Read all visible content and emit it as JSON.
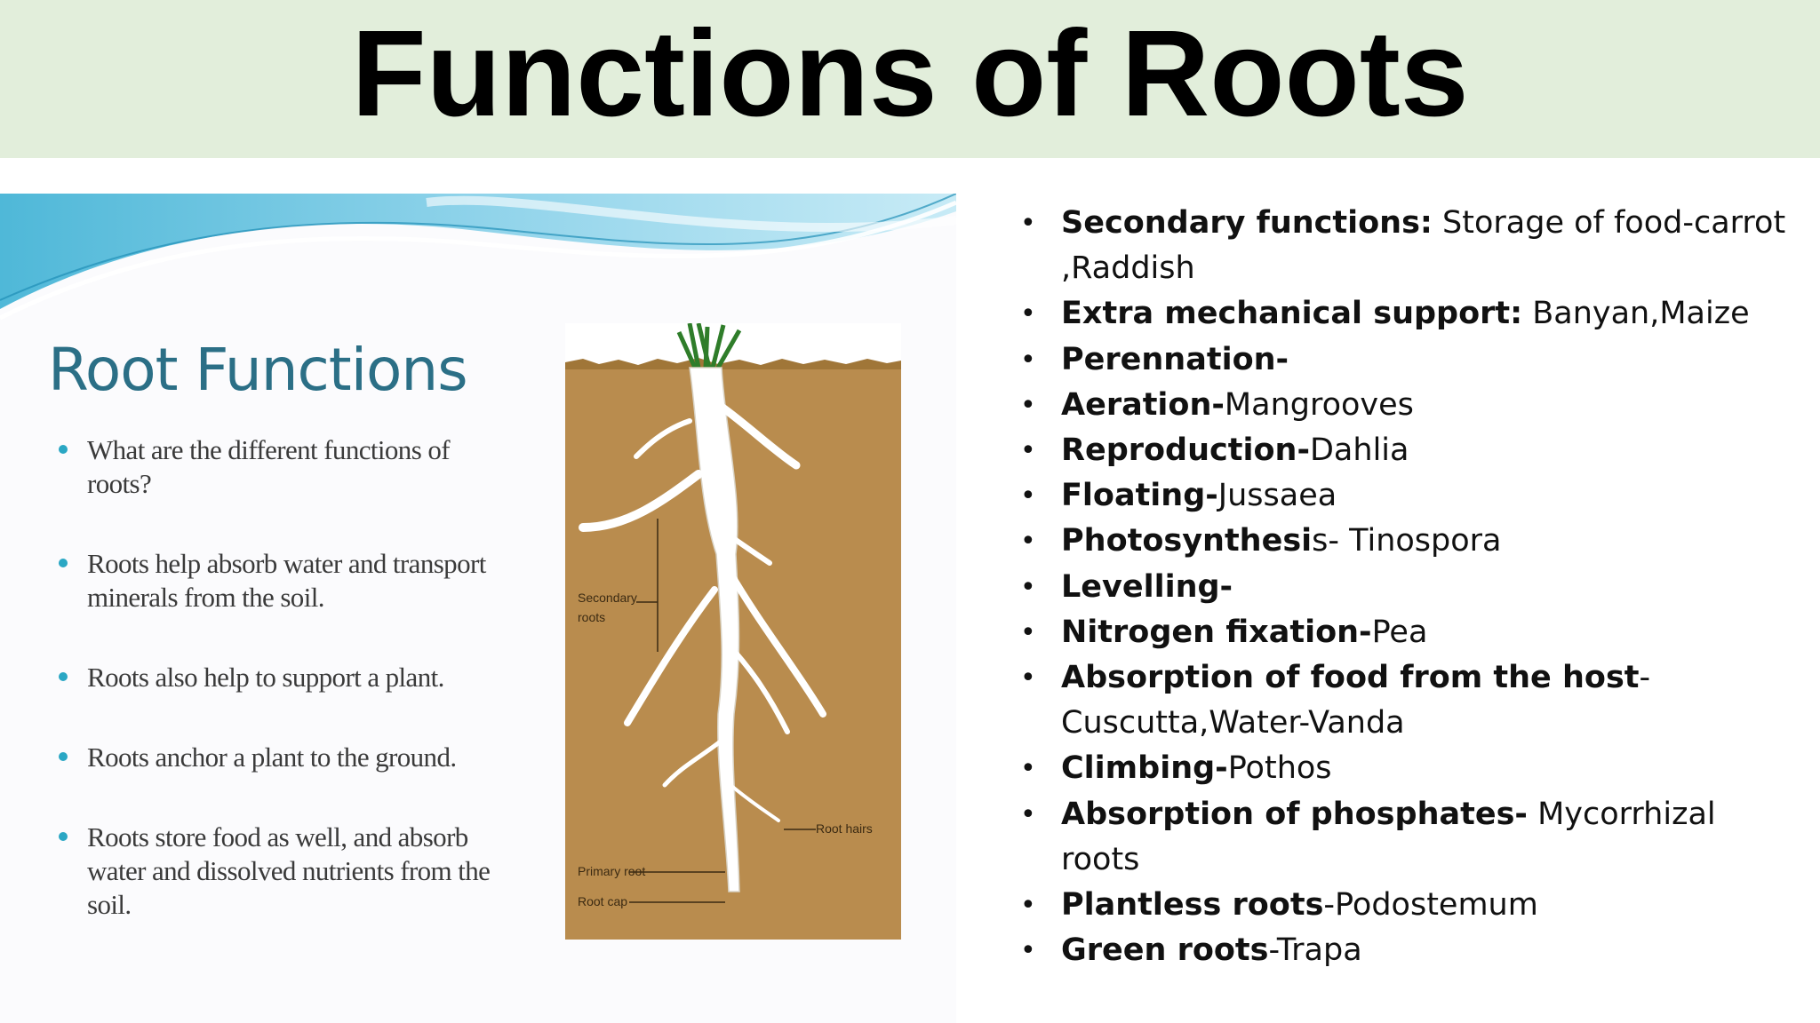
{
  "title": "Functions of Roots",
  "left_slide": {
    "heading": "Root Functions",
    "bullets": [
      "What are the different functions of roots?",
      "Roots help absorb water and transport minerals from the soil.",
      "Roots also help to support a plant.",
      "Roots anchor a plant to the ground.",
      "Roots store food as well, and absorb water and dissolved nutrients from the soil."
    ],
    "diagram_labels": {
      "secondary_line1": "Secondary",
      "secondary_line2": "roots",
      "root_hairs": "Root hairs",
      "primary_root": "Primary root",
      "root_cap": "Root cap"
    }
  },
  "functions": [
    {
      "bold": "Secondary functions:",
      "text": " Storage of food-carrot ,Raddish"
    },
    {
      "bold": "Extra mechanical support:",
      "text": " Banyan,Maize"
    },
    {
      "bold": "Perennation-",
      "text": ""
    },
    {
      "bold": "Aeration-",
      "text": "Mangrooves"
    },
    {
      "bold": "Reproduction-",
      "text": "Dahlia"
    },
    {
      "bold": "Floating-",
      "text": "Jussaea"
    },
    {
      "bold": "Photosynthesi",
      "text": "s- Tinospora"
    },
    {
      "bold": "Levelling-",
      "text": ""
    },
    {
      "bold": "Nitrogen fixation-",
      "text": "Pea"
    },
    {
      "bold": "Absorption of food from the host",
      "text": "- Cuscutta,Water-Vanda"
    },
    {
      "bold": "Climbing-",
      "text": "Pothos"
    },
    {
      "bold": "Absorption of phosphates-",
      "text": " Mycorrhizal roots"
    },
    {
      "bold": "Plantless roots",
      "text": "-Podostemum"
    },
    {
      "bold": "Green roots",
      "text": "-Trapa"
    }
  ],
  "colors": {
    "title_band": "#e2eedb",
    "slide_heading": "#2b6f86",
    "bullet_dot": "#2aa7c4",
    "soil": "#b98c4e"
  }
}
